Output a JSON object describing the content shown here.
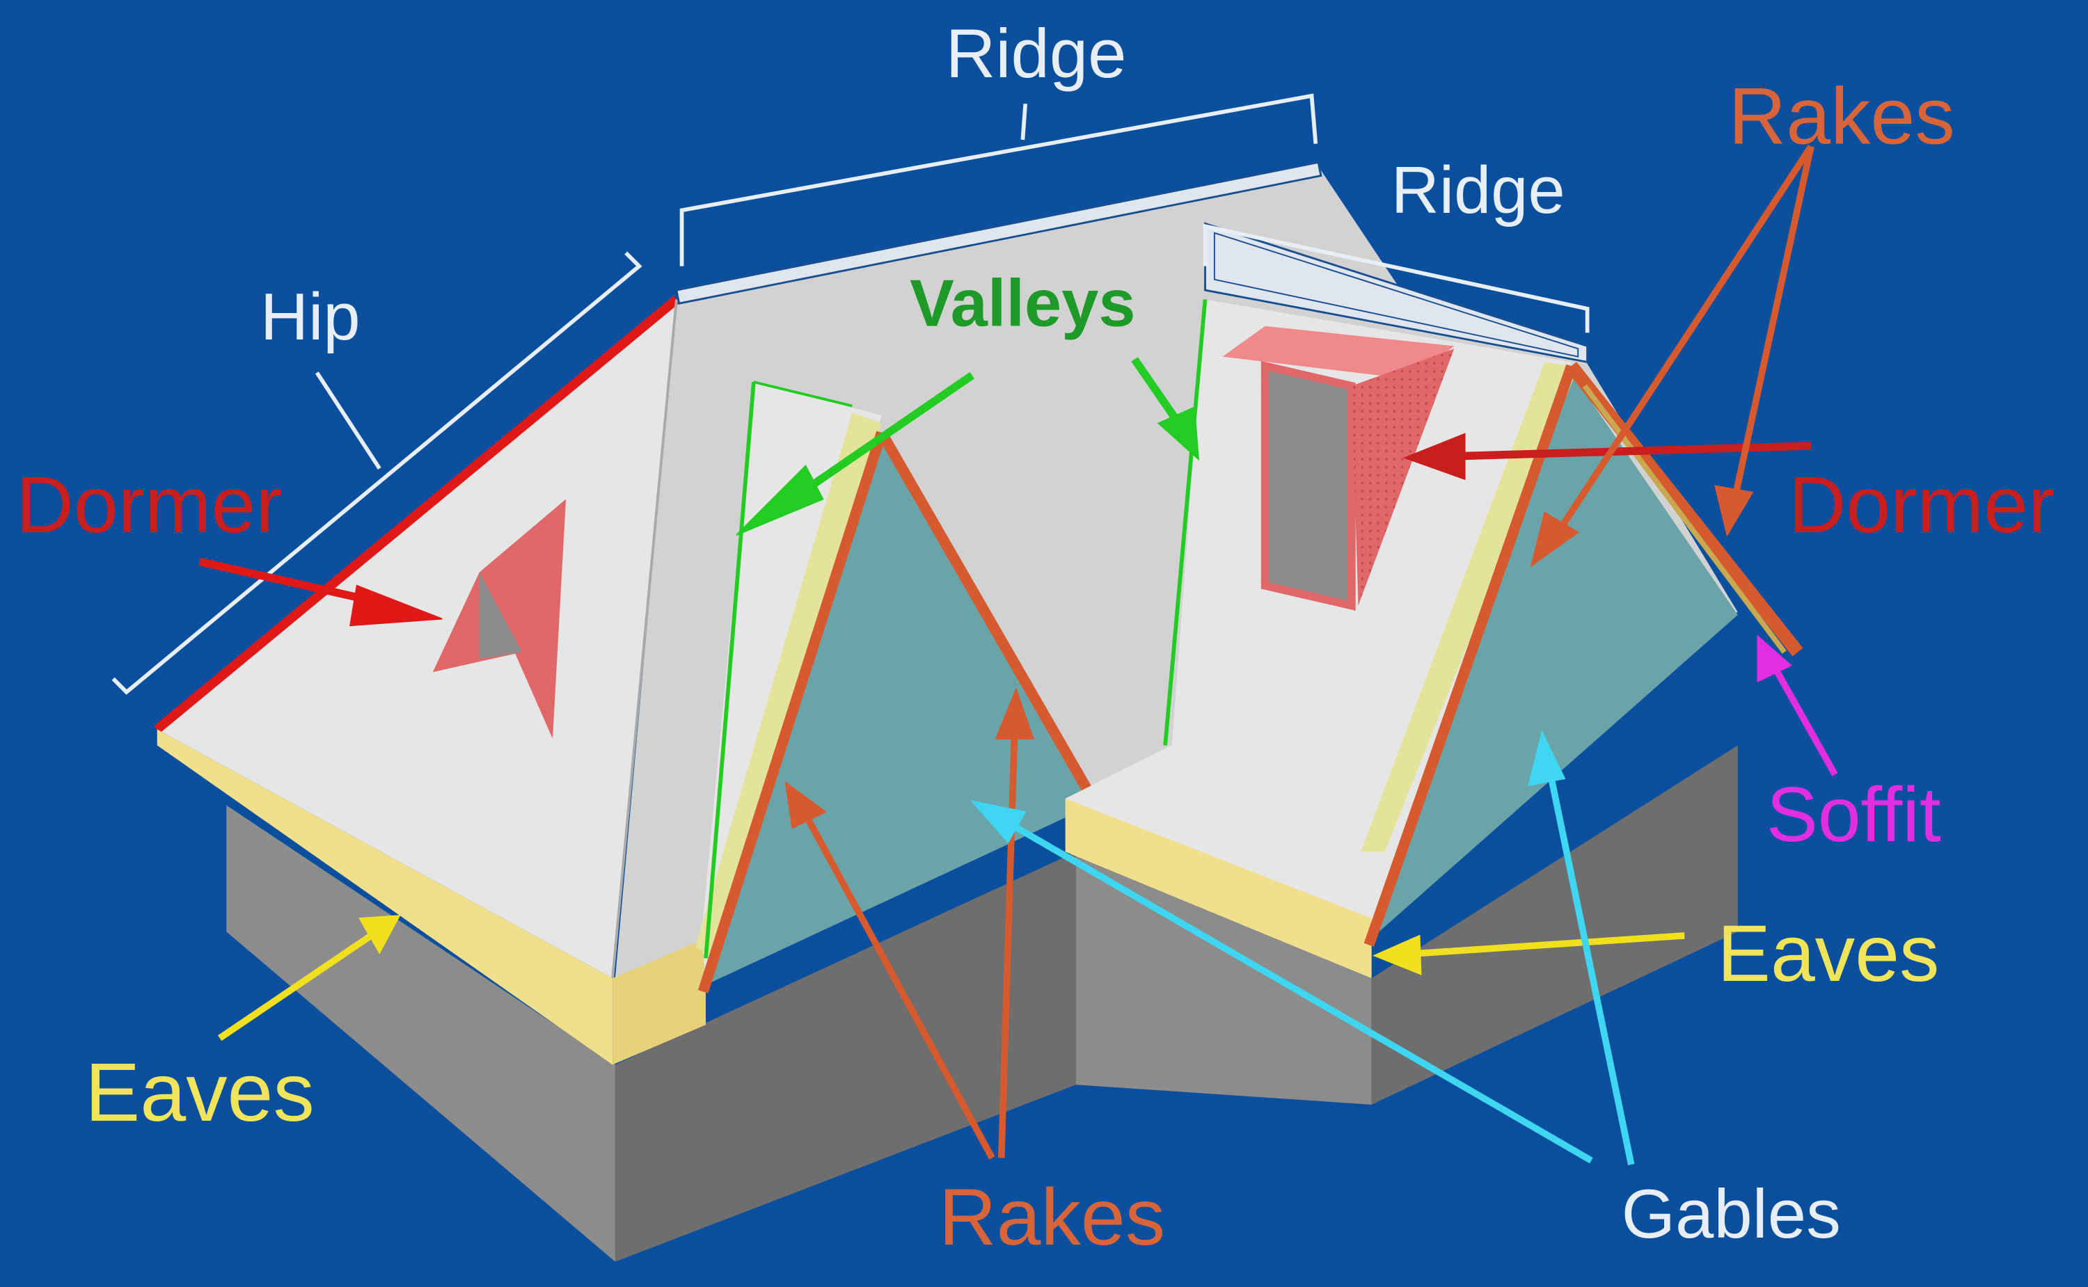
{
  "labels": {
    "ridge_main": "Ridge",
    "ridge_right": "Ridge",
    "rakes_top": "Rakes",
    "hip": "Hip",
    "valleys": "Valleys",
    "dormer_left": "Dormer",
    "dormer_right": "Dormer",
    "soffit": "Soffit",
    "eaves_right": "Eaves",
    "eaves_left": "Eaves",
    "rakes_bottom": "Rakes",
    "gables": "Gables"
  },
  "colors": {
    "background": "#0a4f9e",
    "roof": "#e6e6e6",
    "roof_shade": "#d2d2d2",
    "wall": "#8c8c8c",
    "wall_dark": "#6e6e6e",
    "gable": "#6aa3a8",
    "eave_band": "#f0df8c",
    "rake_trim": "#d65a2e",
    "hip_red": "#e01818",
    "dormer": "#e06868",
    "label_white": "#e8eef6",
    "label_red": "#c81e1e",
    "label_orange": "#d8643a",
    "label_green": "#1e9a28",
    "label_yellow": "#f0e45a",
    "label_magenta": "#e02ee0",
    "arrow_yellow": "#f0e020",
    "arrow_cyan": "#3ed6f0",
    "arrow_green": "#22cc22"
  }
}
